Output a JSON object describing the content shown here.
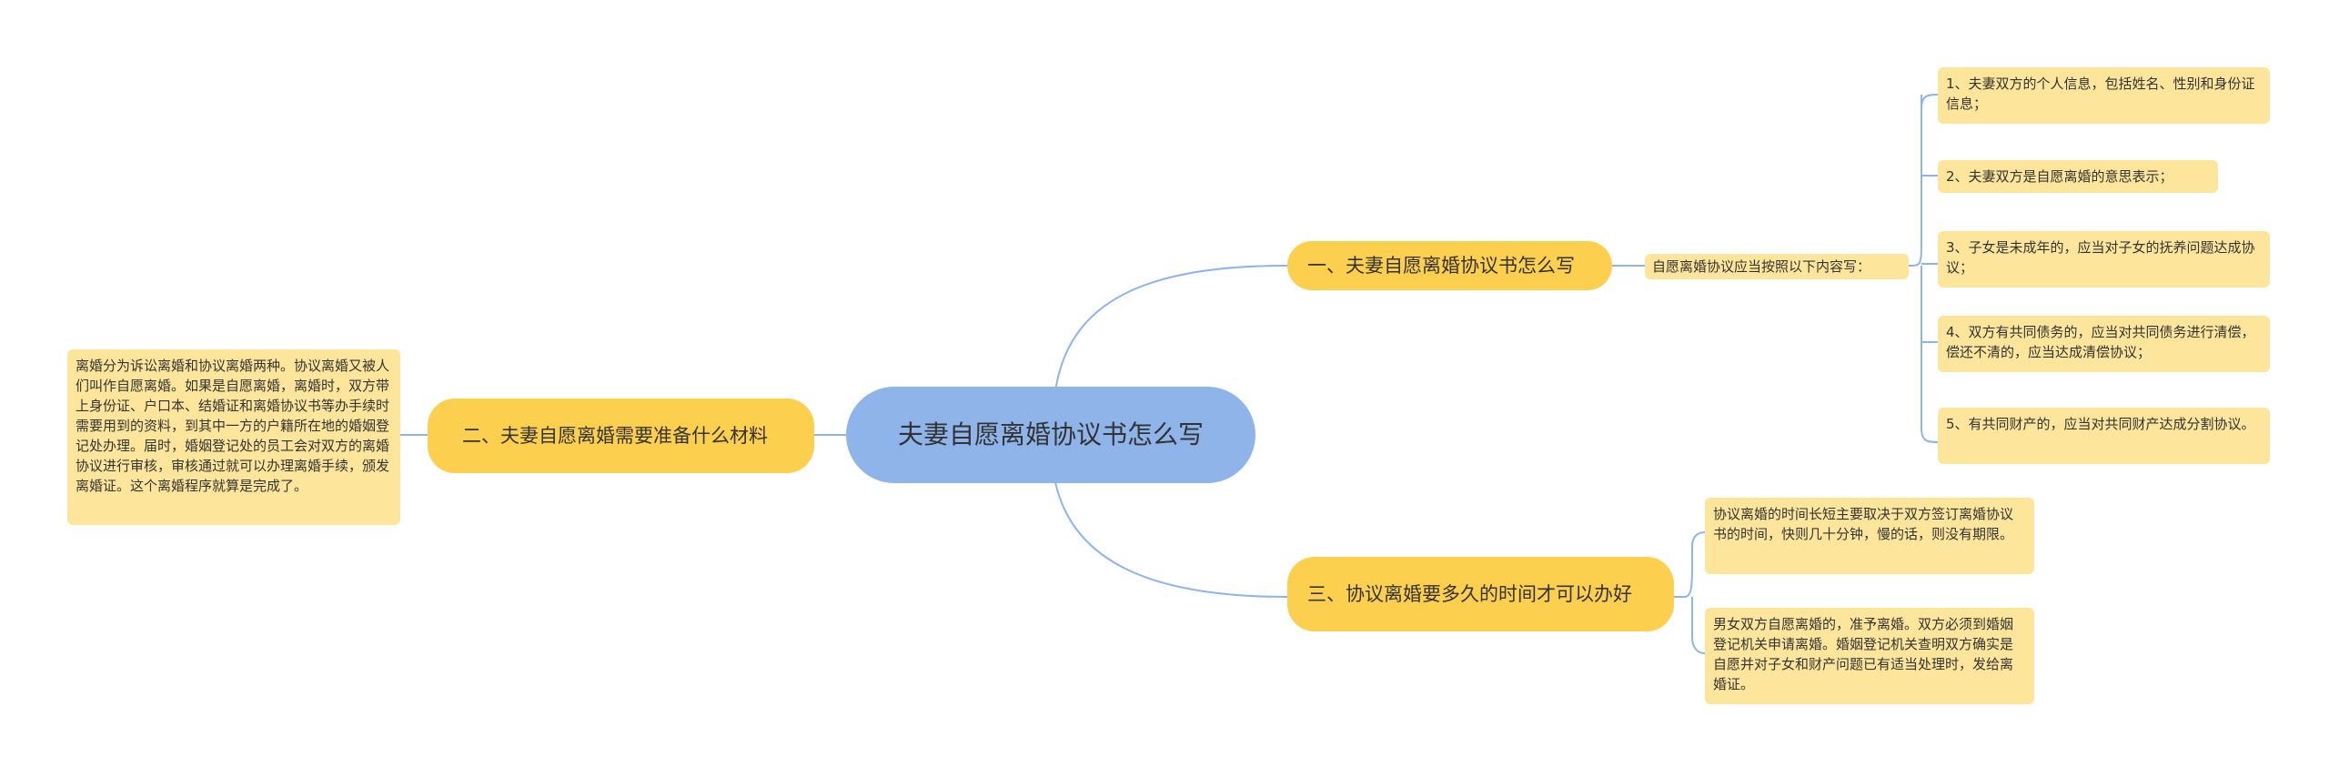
{
  "colors": {
    "root": "#8fb4ea",
    "branch": "#fccf4f",
    "leaf": "#fde69b",
    "line": "#8fb4ea"
  },
  "root": {
    "text": "夫妻自愿离婚协议书怎么写"
  },
  "branches": [
    {
      "text": "一、夫妻自愿离婚协议书怎么写",
      "mid": "自愿离婚协议应当按照以下内容写：",
      "children": [
        "1、夫妻双方的个人信息，包括姓名、性别和身份证信息；",
        "2、夫妻双方是自愿离婚的意思表示；",
        "3、子女是未成年的，应当对子女的抚养问题达成协议；",
        "4、双方有共同债务的，应当对共同债务进行清偿，偿还不清的，应当达成清偿协议；",
        "5、有共同财产的，应当对共同财产达成分割协议。"
      ]
    },
    {
      "text": "二、夫妻自愿离婚需要准备什么材料",
      "children": [
        "离婚分为诉讼离婚和协议离婚两种。协议离婚又被人们叫作自愿离婚。如果是自愿离婚，离婚时，双方带上身份证、户口本、结婚证和离婚协议书等办手续时需要用到的资料，到其中一方的户籍所在地的婚姻登记处办理。届时，婚姻登记处的员工会对双方的离婚协议进行审核，审核通过就可以办理离婚手续，颁发离婚证。这个离婚程序就算是完成了。"
      ]
    },
    {
      "text": "三、协议离婚要多久的时间才可以办好",
      "children": [
        "协议离婚的时间长短主要取决于双方签订离婚协议书的时间，快则几十分钟，慢的话，则没有期限。",
        "男女双方自愿离婚的，准予离婚。双方必须到婚姻登记机关申请离婚。婚姻登记机关查明双方确实是自愿并对子女和财产问题已有适当处理时，发给离婚证。"
      ]
    }
  ]
}
